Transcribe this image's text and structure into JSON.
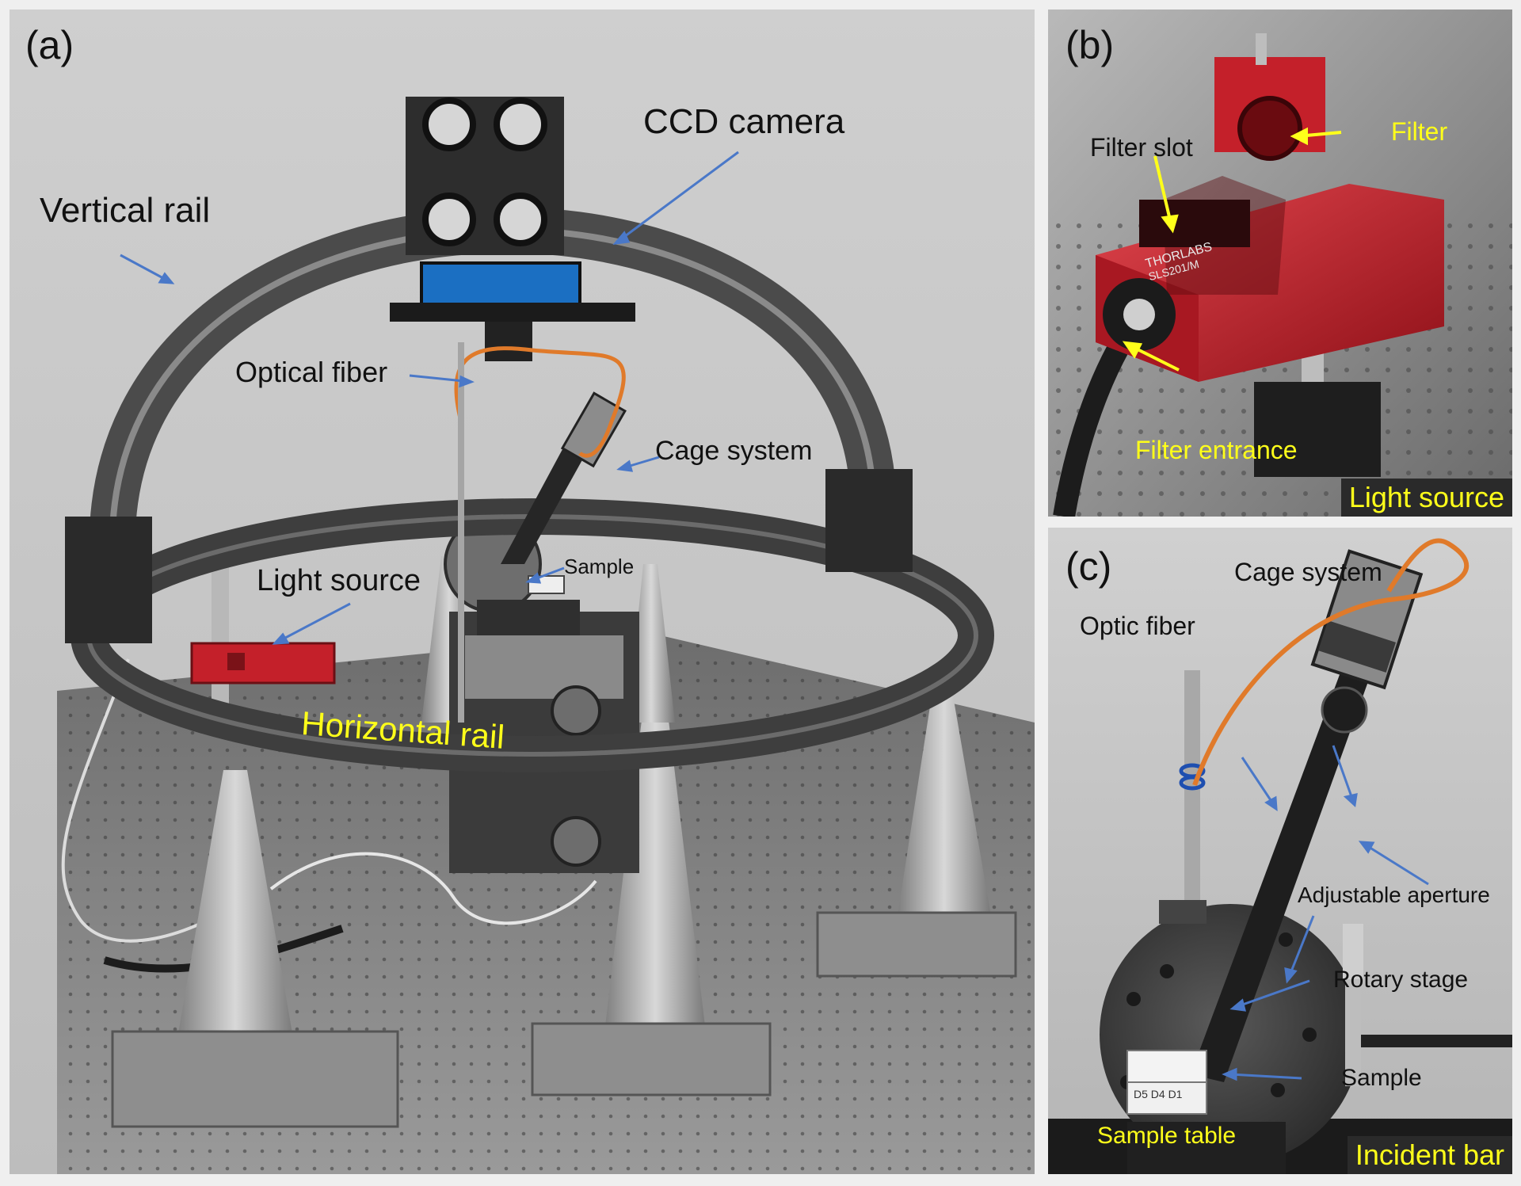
{
  "panels": {
    "a": {
      "letter": "(a)",
      "labels": {
        "ccd_camera": "CCD camera",
        "vertical_rail": "Vertical rail",
        "optical_fiber": "Optical fiber",
        "cage_system": "Cage system",
        "sample": "Sample",
        "light_source": "Light source",
        "horizontal_rail": "Horizontal rail"
      }
    },
    "b": {
      "letter": "(b)",
      "labels": {
        "filter": "Filter",
        "filter_slot": "Filter slot",
        "filter_entrance": "Filter entrance",
        "brand_text": "THORLABS",
        "model_text": "SLS201/M"
      },
      "caption": "Light source"
    },
    "c": {
      "letter": "(c)",
      "labels": {
        "cage_system": "Cage system",
        "optic_fiber": "Optic fiber",
        "adjustable_aperture": "Adjustable aperture",
        "rotary_stage": "Rotary stage",
        "sample": "Sample",
        "sample_table": "Sample table",
        "sample_marks": "D5  D4  D1"
      },
      "caption": "Incident bar"
    }
  },
  "colors": {
    "arrow_blue": "#4a78c8",
    "arrow_yellow": "#ffff1a",
    "label_yellow": "#ffff1a",
    "light_source_red": "#c4202a",
    "fiber_orange": "#e07a2a"
  }
}
